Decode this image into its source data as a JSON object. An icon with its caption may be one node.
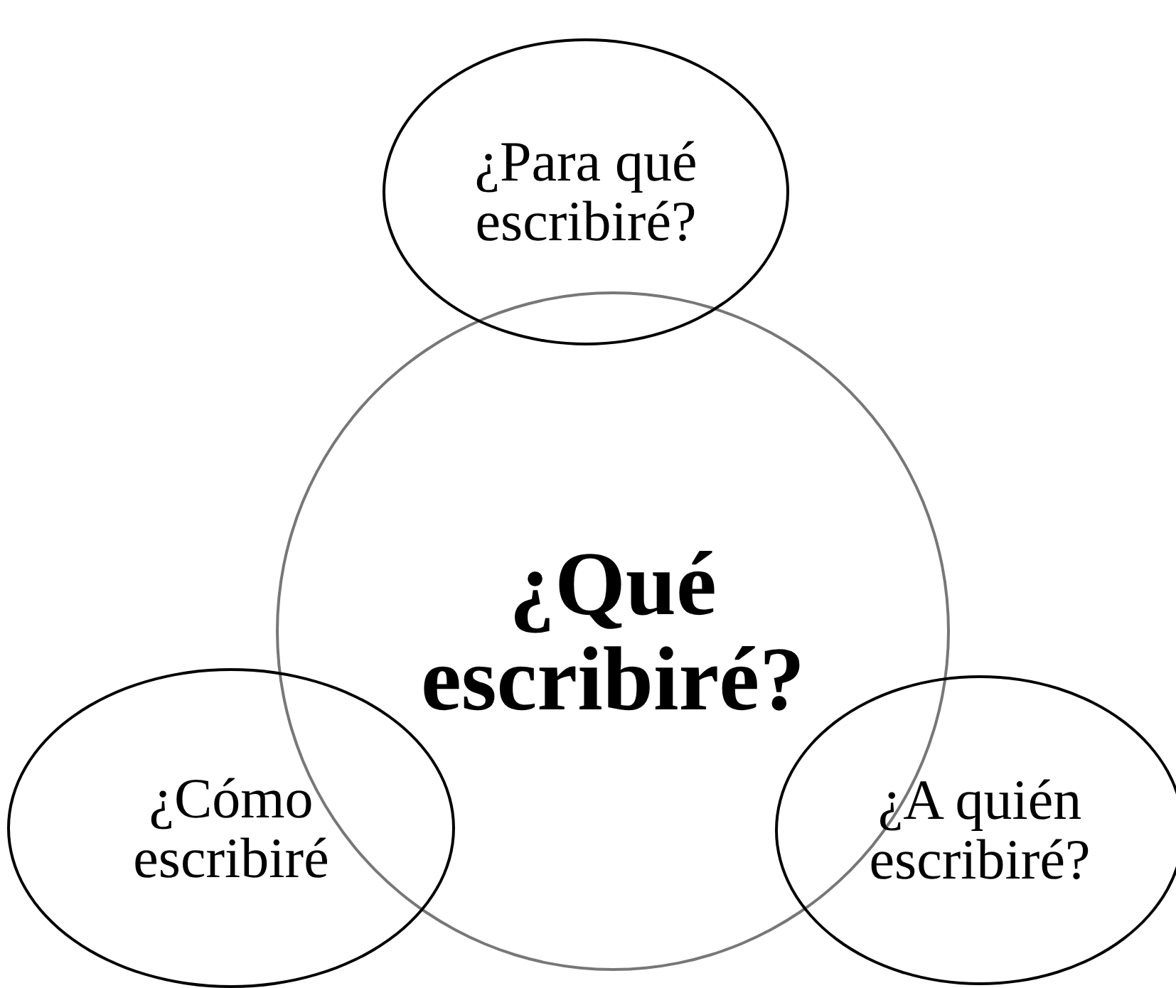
{
  "diagram": {
    "nodes": [
      {
        "text": [
          "¿Para qué escribiré?"
        ]
      },
      {
        "text": [
          "¿Qué escribiré?"
        ]
      },
      {
        "text": [
          "¿Cómo escribiré"
        ]
      },
      {
        "text": [
          "¿A quién escribiré?"
        ]
      }
    ],
    "edges": []
  }
}
